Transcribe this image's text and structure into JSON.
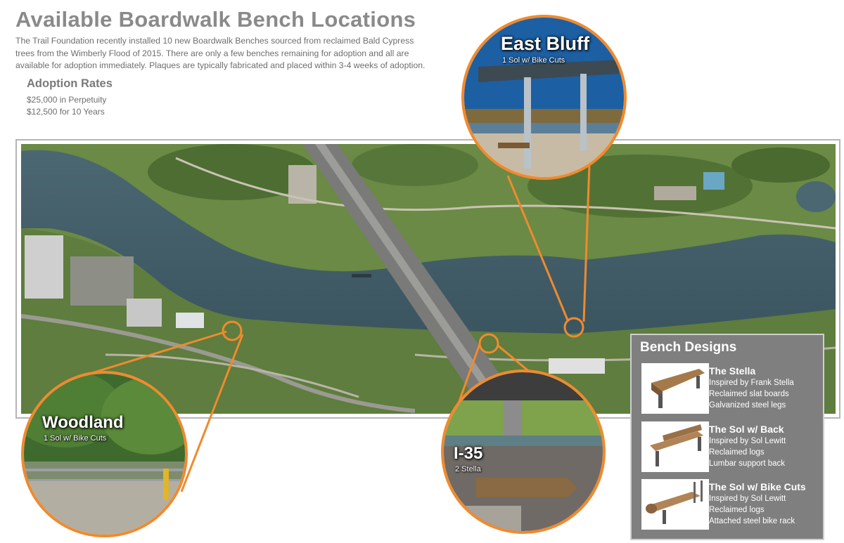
{
  "header": {
    "title": "Available Boardwalk Bench Locations",
    "intro": "The Trail Foundation recently installed 10 new Boardwalk Benches sourced from reclaimed Bald Cypress trees from the Wimberly Flood of 2015. There are only a few benches remaining for adoption and all are available for adoption immediately. Plaques are typically fabricated and placed within 3-4 weeks of adoption."
  },
  "rates": {
    "heading": "Adoption Rates",
    "items": [
      "$25,000 in Perpetuity",
      "$12,500 for 10 Years"
    ]
  },
  "locations": [
    {
      "name": "East Bluff",
      "detail": "1 Sol w/ Bike Cuts"
    },
    {
      "name": "Woodland",
      "detail": "1 Sol w/ Bike Cuts"
    },
    {
      "name": "I-35",
      "detail": "2 Stella"
    }
  ],
  "designs_panel": {
    "title": "Bench Designs",
    "items": [
      {
        "name": "The Stella",
        "lines": [
          "Inspired by Frank Stella",
          "Reclaimed slat boards",
          "Galvanized steel legs"
        ]
      },
      {
        "name": "The Sol w/ Back",
        "lines": [
          "Inspired by Sol Lewitt",
          "Reclaimed logs",
          "Lumbar support back"
        ]
      },
      {
        "name": "The Sol w/ Bike Cuts",
        "lines": [
          "Inspired by Sol Lewitt",
          "Reclaimed logs",
          "Attached steel bike rack"
        ]
      }
    ]
  },
  "colors": {
    "accent": "#f08a2e",
    "title_gray": "#8a8a8a",
    "panel": "#7f7f7f"
  }
}
